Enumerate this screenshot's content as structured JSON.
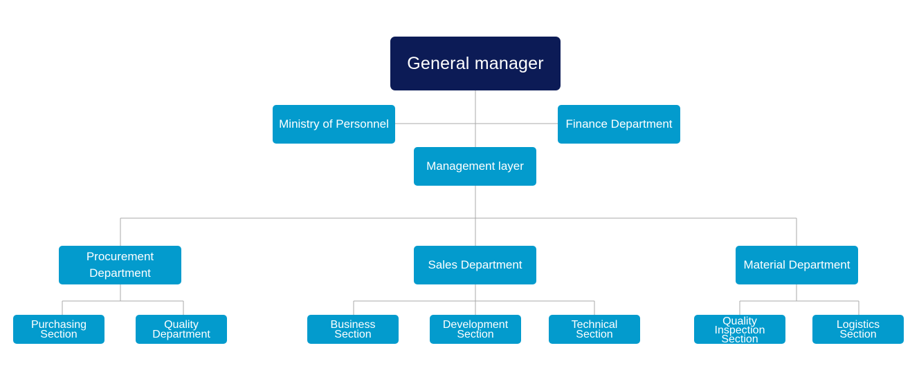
{
  "org_chart": {
    "root": {
      "label": "General manager"
    },
    "staff": {
      "left": {
        "label": "Ministry of Personnel"
      },
      "right": {
        "label": "Finance Department"
      }
    },
    "management": {
      "label": "Management layer"
    },
    "departments": [
      {
        "label": "Procurement\nDepartment",
        "sections": [
          {
            "label": "Purchasing\nSection"
          },
          {
            "label": "Quality\nDepartment"
          }
        ]
      },
      {
        "label": "Sales Department",
        "sections": [
          {
            "label": "Business\nSection"
          },
          {
            "label": "Development\nSection"
          },
          {
            "label": "Technical\nSection"
          }
        ]
      },
      {
        "label": "Material Department",
        "sections": [
          {
            "label": "Quality\nInspection\nSection"
          },
          {
            "label": "Logistics\nSection"
          }
        ]
      }
    ]
  },
  "colors": {
    "root_fill": "#0c1b56",
    "node_fill": "#039bcd",
    "text": "#ffffff",
    "connector": "#a8a8a8"
  }
}
